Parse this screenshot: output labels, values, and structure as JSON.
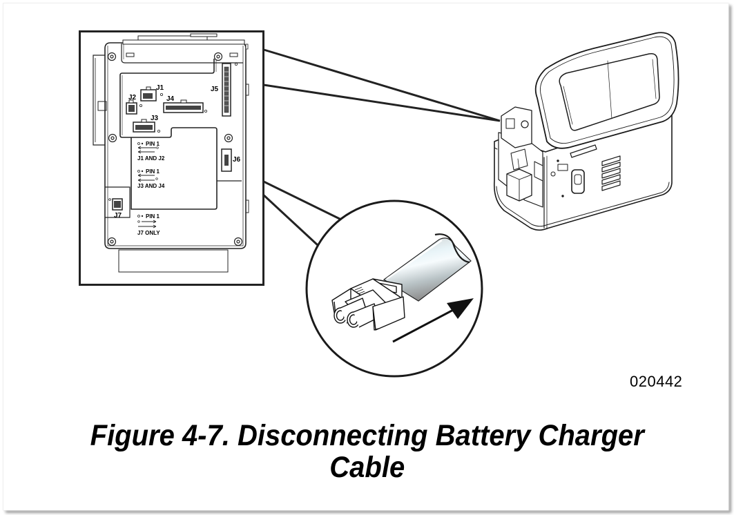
{
  "figure": {
    "caption_line1": "Figure 4-7. Disconnecting Battery Charger",
    "caption_line2": "Cable",
    "drawing_number": "020442"
  },
  "control_board": {
    "connectors": {
      "j1": "J1",
      "j2": "J2",
      "j3": "J3",
      "j4": "J4",
      "j5": "J5",
      "j6": "J6",
      "j7": "J7"
    },
    "pin_legends": [
      {
        "pin_label": "PIN 1",
        "applies_to": "J1 AND J2"
      },
      {
        "pin_label": "PIN 1",
        "applies_to": "J3 AND J4"
      },
      {
        "pin_label": "PIN 1",
        "applies_to": "J7 ONLY"
      }
    ]
  },
  "detail": {
    "subject": "battery charger cable connector",
    "arrow_direction": "pull-out",
    "colors": {
      "cable_light": "#d9e8ef",
      "cable_shade": "#a9a9a9",
      "line": "#1a1a1a"
    }
  }
}
